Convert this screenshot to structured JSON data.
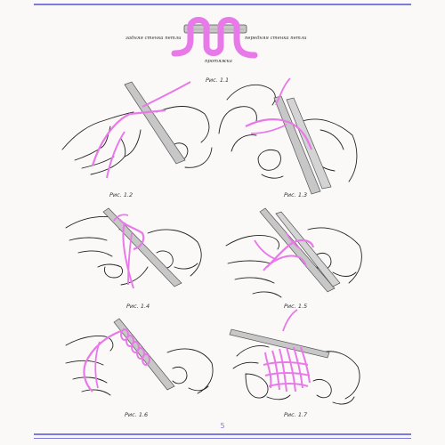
{
  "colors": {
    "accent": "#7c7adf",
    "yarn": "#e879e8",
    "needle": "#c7c7c7",
    "line": "#222222"
  },
  "figure_1_1": {
    "label_back": "задняя стенка петли",
    "label_front": "передняя стенка петли",
    "label_bottom": "протяжка",
    "caption": "Рис. 1.1"
  },
  "captions": {
    "fig_1_2": "Рис. 1.2",
    "fig_1_3": "Рис. 1.3",
    "fig_1_4": "Рис. 1.4",
    "fig_1_5": "Рис. 1.5",
    "fig_1_6": "Рис. 1.6",
    "fig_1_7": "Рис. 1.7"
  },
  "page_number": "5"
}
